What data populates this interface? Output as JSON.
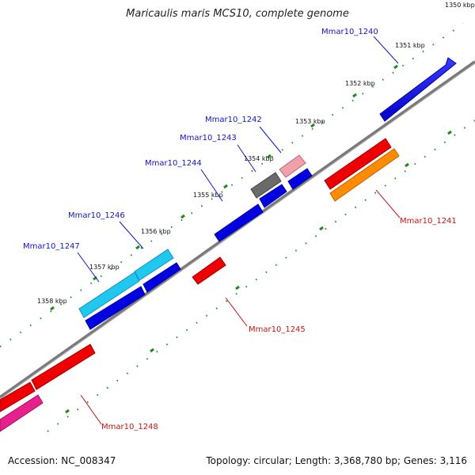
{
  "title": "Maricaulis maris MCS10, complete genome",
  "footer": {
    "accession": "Accession: NC_008347",
    "summary": "Topology: circular; Length: 3,368,780 bp; Genes: 3,116"
  },
  "colors": {
    "backbone": "#808080",
    "tick": "#1f8a1f",
    "label_forward": "#1414c8",
    "label_reverse": "#c81414",
    "connector_forward": "#1414c8",
    "connector_reverse": "#c81414"
  },
  "tick_labels": [
    "1350 kbp",
    "1351 kbp",
    "1352 kbp",
    "1353 kbp",
    "1354 kbp",
    "1355 kbp",
    "1356 kbp",
    "1357 kbp",
    "1358 kbp"
  ],
  "gene_labels": [
    {
      "text": "Mmar10_1240",
      "strand": "forward"
    },
    {
      "text": "Mmar10_1241",
      "strand": "reverse"
    },
    {
      "text": "Mmar10_1242",
      "strand": "forward"
    },
    {
      "text": "Mmar10_1243",
      "strand": "forward"
    },
    {
      "text": "Mmar10_1244",
      "strand": "forward"
    },
    {
      "text": "Mmar10_1245",
      "strand": "reverse"
    },
    {
      "text": "Mmar10_1246",
      "strand": "forward"
    },
    {
      "text": "Mmar10_1247",
      "strand": "forward"
    },
    {
      "text": "Mmar10_1248",
      "strand": "reverse"
    }
  ]
}
